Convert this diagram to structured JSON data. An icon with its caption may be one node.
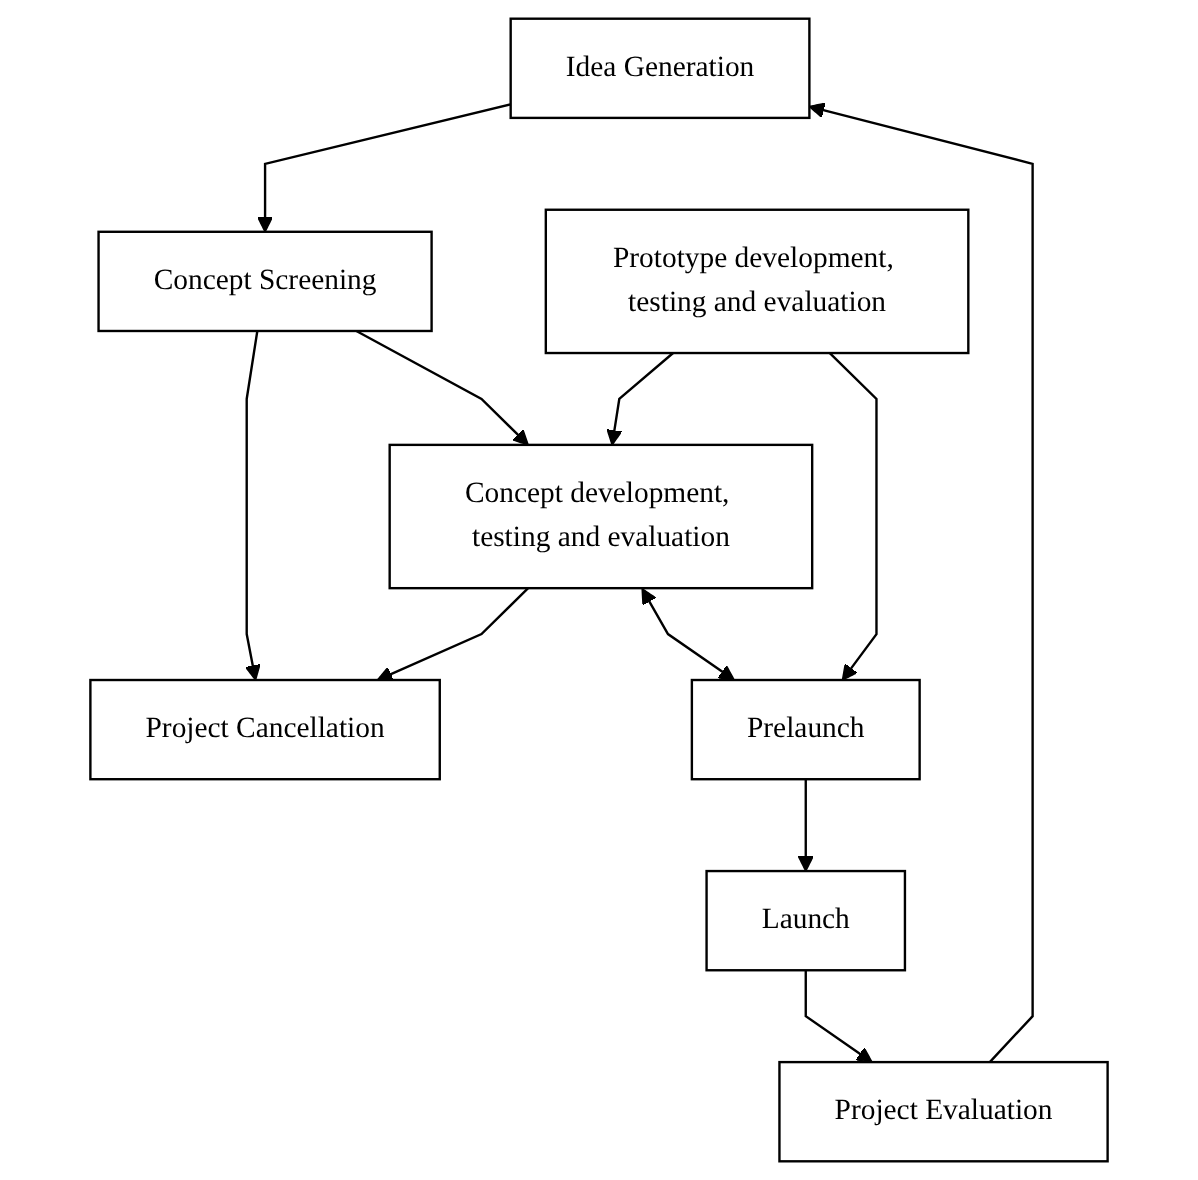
{
  "diagram": {
    "nodes": [
      {
        "text": [
          "Idea Generation"
        ]
      },
      {
        "text": [
          "Concept Screening"
        ]
      },
      {
        "text": [
          "Project Cancellation"
        ]
      },
      {
        "text": [
          "Prototype development, testing and evaluation"
        ]
      },
      {
        "text": [
          "Concept development, testing and evaluation"
        ]
      },
      {
        "text": [
          "Prelaunch"
        ]
      },
      {
        "text": [
          "Launch"
        ]
      },
      {
        "text": [
          "Project Evaluation"
        ]
      }
    ],
    "edges": [
      {
        "from": 0,
        "to": 1,
        "arrow": "to"
      },
      {
        "from": 1,
        "to": 2,
        "arrow": "to"
      },
      {
        "from": 1,
        "to": 4,
        "arrow": "to"
      },
      {
        "from": 3,
        "to": 4,
        "arrow": "to"
      },
      {
        "from": 4,
        "to": 2,
        "arrow": "to"
      },
      {
        "from": 3,
        "to": 5,
        "arrow": "to"
      },
      {
        "from": 4,
        "to": 5,
        "arrow": "both"
      },
      {
        "from": 5,
        "to": 6,
        "arrow": "to"
      },
      {
        "from": 6,
        "to": 7,
        "arrow": "to"
      },
      {
        "from": 7,
        "to": 0,
        "arrow": "to"
      }
    ]
  }
}
